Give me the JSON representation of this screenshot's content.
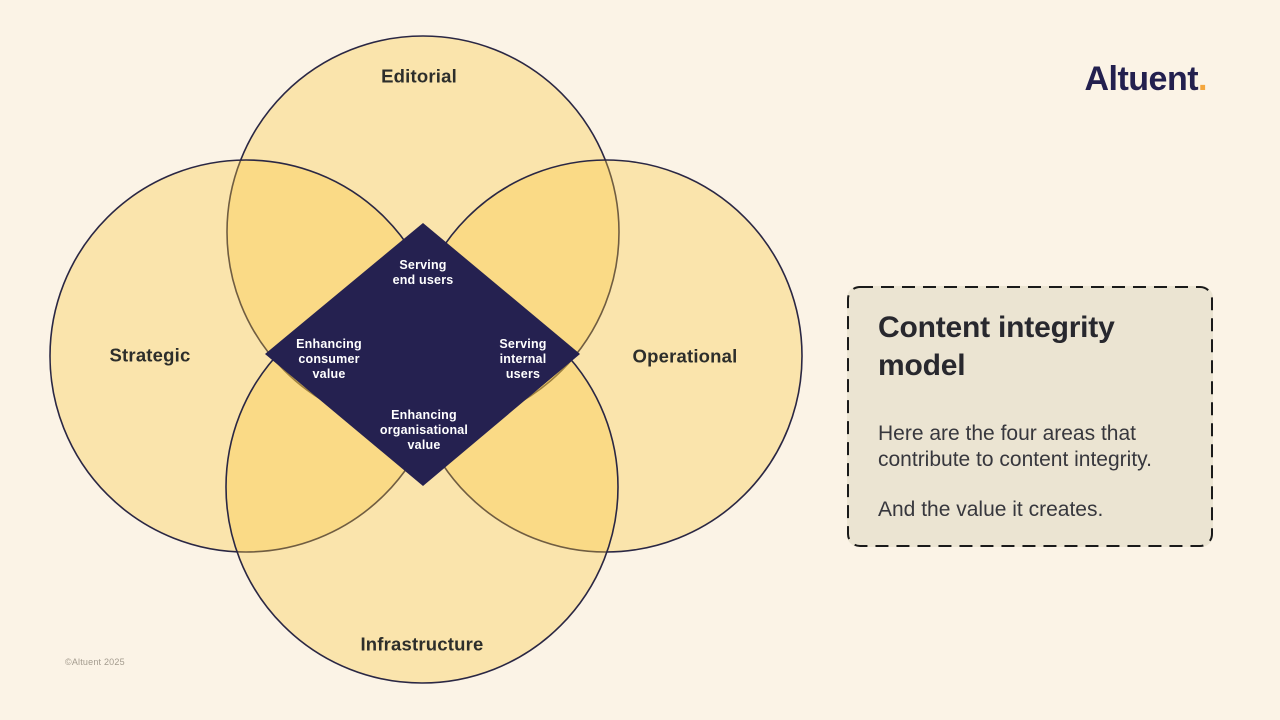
{
  "colors": {
    "page_bg": "#FBF3E6",
    "circle_fill": "#F8C83F",
    "circle_stroke": "#2A2744",
    "diamond_fill": "#252150",
    "diamond_text": "#FFFFFF",
    "circle_label_text": "#2D2E2B",
    "card_bg": "#EBE4D2",
    "card_border": "#1A1A1A",
    "card_title_text": "#28282E",
    "card_body_text": "#37373D",
    "logo_text_color": "#23204F",
    "logo_dot_color": "#F4A63D",
    "copyright_text": "#A39B8E"
  },
  "logo": {
    "text": "Altuent",
    "dot": "."
  },
  "venn": {
    "labels": {
      "top": "Editorial",
      "left": "Strategic",
      "right": "Operational",
      "bottom": "Infrastructure"
    },
    "diamond": {
      "top": [
        "Serving",
        "end users"
      ],
      "left": [
        "Enhancing",
        "consumer",
        "value"
      ],
      "right": [
        "Serving",
        "internal",
        "users"
      ],
      "bottom": [
        "Enhancing",
        "organisational",
        "value"
      ]
    }
  },
  "panel": {
    "title": "Content integrity model",
    "body_1": "Here are the four areas that contribute to content integrity.",
    "body_2": "And the value it creates."
  },
  "footer": {
    "copyright": "©Altuent 2025"
  }
}
